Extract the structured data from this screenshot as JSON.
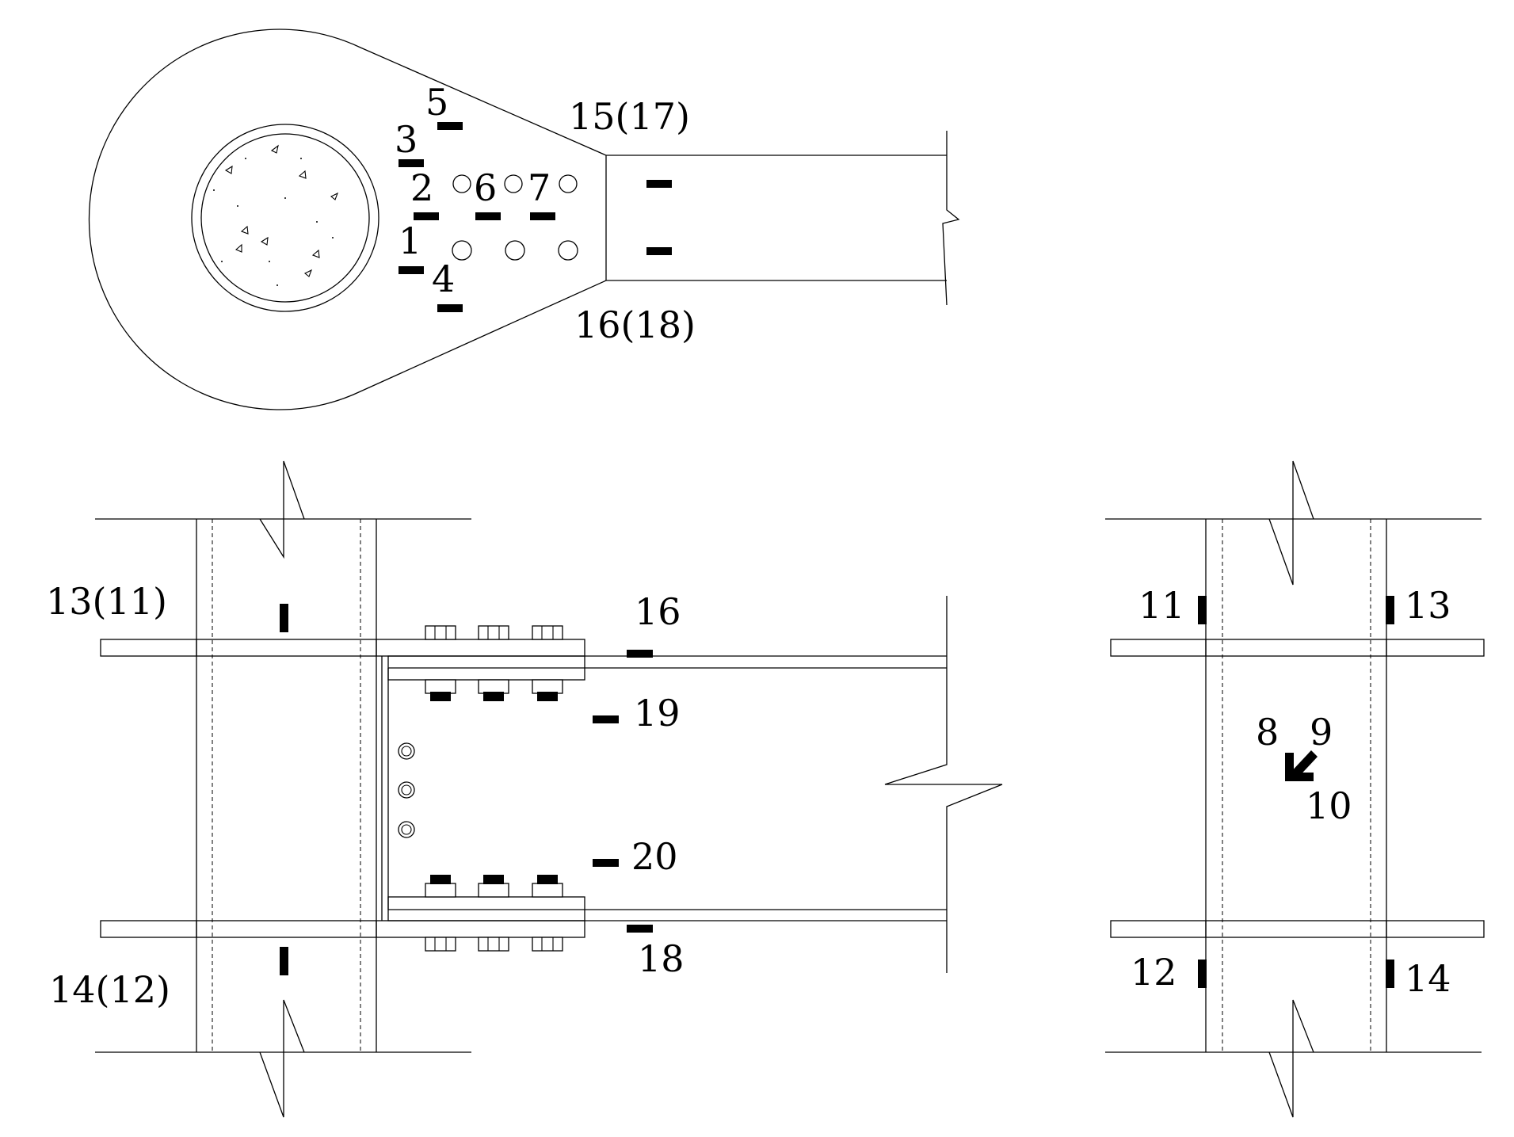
{
  "plan_view": {
    "gauge_labels": {
      "g1": "1",
      "g2": "2",
      "g3": "3",
      "g4": "4",
      "g5": "5",
      "g6": "6",
      "g7": "7",
      "g15_17": "15(17)",
      "g16_18": "16(18)"
    }
  },
  "elevation_view": {
    "gauge_labels": {
      "g13_11": "13(11)",
      "g14_12": "14(12)",
      "g16": "16",
      "g19": "19",
      "g20": "20",
      "g18": "18"
    }
  },
  "column_view": {
    "gauge_labels": {
      "g11": "11",
      "g13": "13",
      "g12": "12",
      "g14": "14",
      "g8": "8",
      "g9": "9",
      "g10": "10"
    }
  }
}
